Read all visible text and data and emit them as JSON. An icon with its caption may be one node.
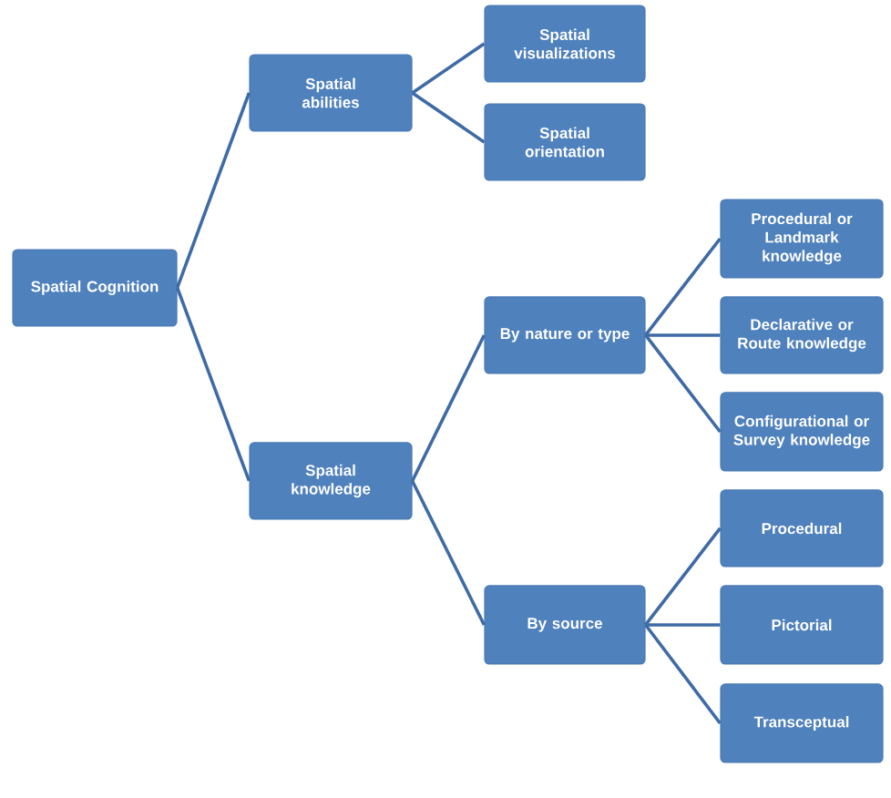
{
  "diagram": {
    "nodes": [
      {
        "text": [
          "Spatial Cognition"
        ]
      },
      {
        "text": [
          "Spatial abilities"
        ]
      },
      {
        "text": [
          "Spatial visualizations"
        ]
      },
      {
        "text": [
          "Spatial orientation"
        ]
      },
      {
        "text": [
          "Spatial knowledge"
        ]
      },
      {
        "text": [
          "By nature or type"
        ]
      },
      {
        "text": [
          "Procedural or Landmark knowledge"
        ]
      },
      {
        "text": [
          "Declarative or Route knowledge"
        ]
      },
      {
        "text": [
          "Configurational or Survey knowledge"
        ]
      },
      {
        "text": [
          "By source"
        ]
      },
      {
        "text": [
          "Procedural"
        ]
      },
      {
        "text": [
          "Pictorial"
        ]
      },
      {
        "text": [
          "Transceptual"
        ]
      }
    ],
    "edges": [
      {
        "from": 0,
        "to": 1,
        "arrow": "none"
      },
      {
        "from": 0,
        "to": 4,
        "arrow": "none"
      },
      {
        "from": 1,
        "to": 2,
        "arrow": "none"
      },
      {
        "from": 1,
        "to": 3,
        "arrow": "none"
      },
      {
        "from": 4,
        "to": 5,
        "arrow": "none"
      },
      {
        "from": 4,
        "to": 9,
        "arrow": "none"
      },
      {
        "from": 5,
        "to": 6,
        "arrow": "none"
      },
      {
        "from": 5,
        "to": 7,
        "arrow": "none"
      },
      {
        "from": 5,
        "to": 8,
        "arrow": "none"
      },
      {
        "from": 9,
        "to": 10,
        "arrow": "none"
      },
      {
        "from": 9,
        "to": 11,
        "arrow": "none"
      },
      {
        "from": 9,
        "to": 12,
        "arrow": "none"
      }
    ]
  }
}
